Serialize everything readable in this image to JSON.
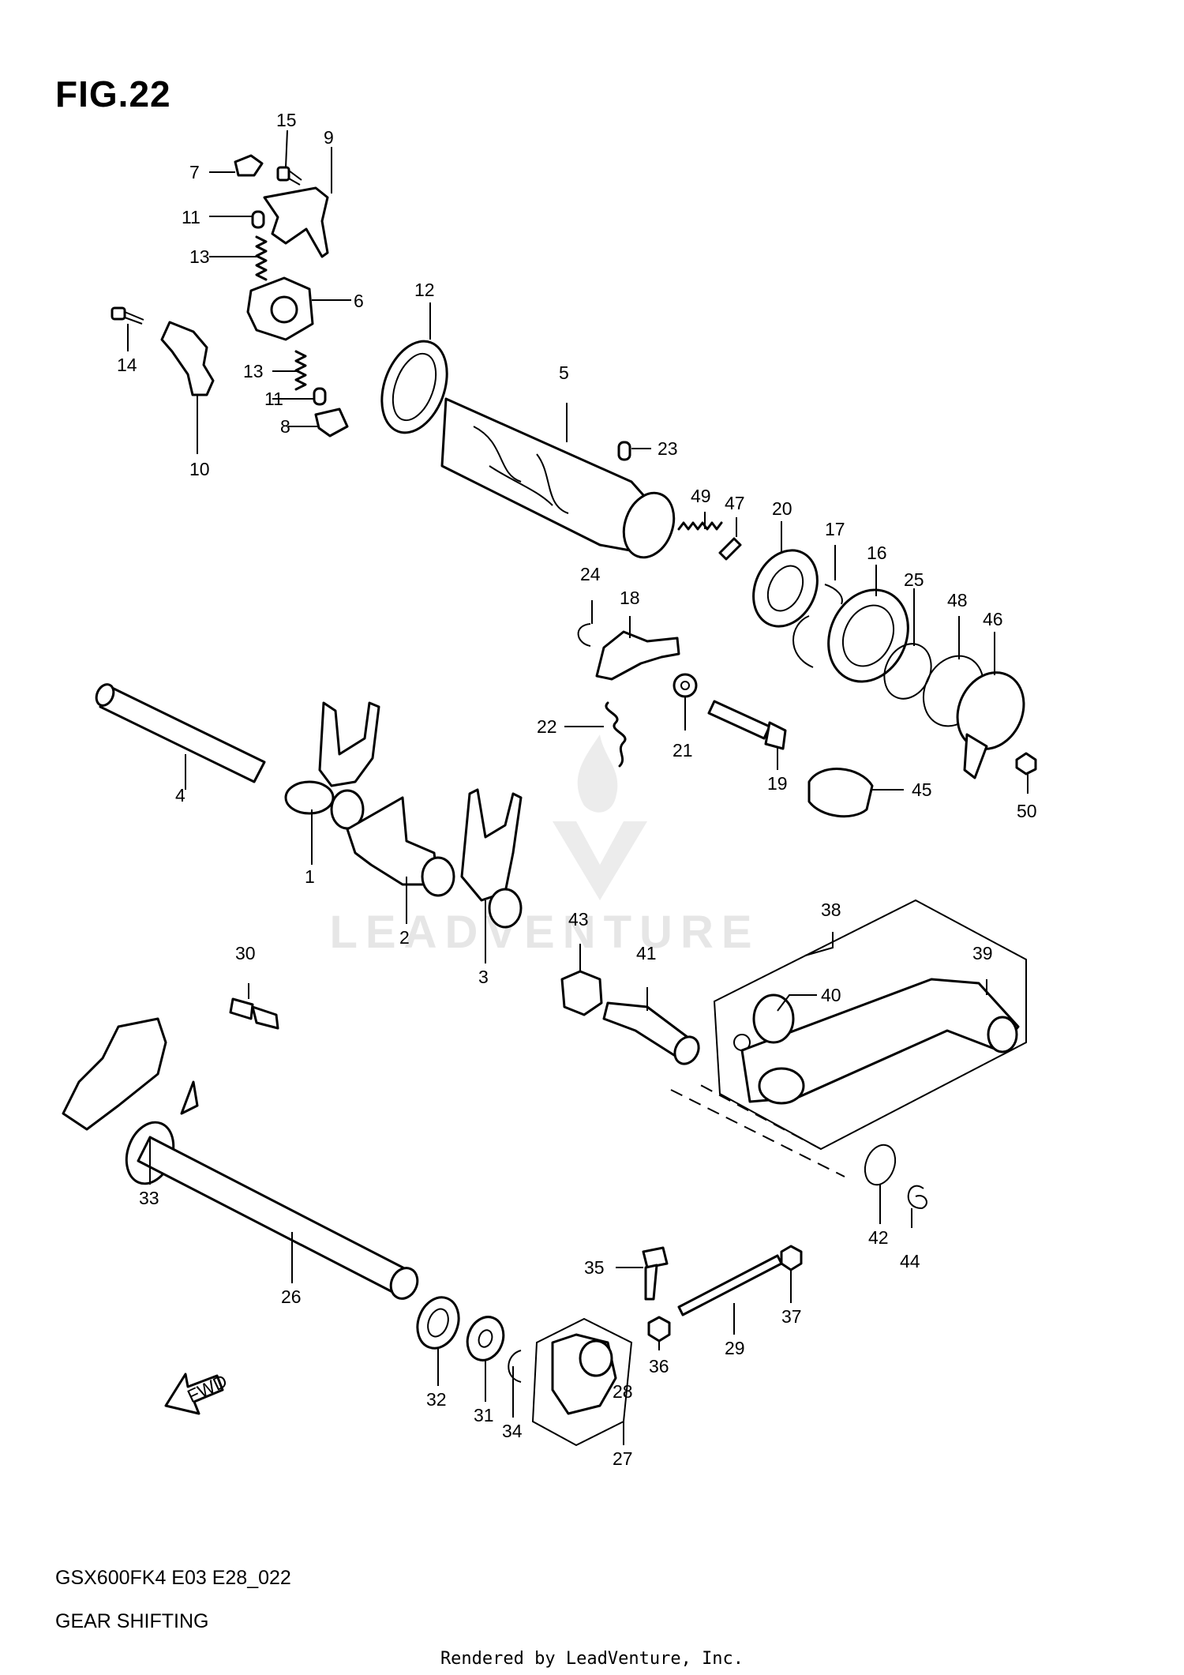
{
  "figure": {
    "title": "FIG.22",
    "model_code": "GSX600FK4 E03 E28_022",
    "caption": "GEAR SHIFTING",
    "footer": "Rendered by LeadVenture, Inc.",
    "watermark": "LEADVENTURE",
    "direction_label": "FWD"
  },
  "callouts": [
    {
      "id": "c1",
      "label": "1"
    },
    {
      "id": "c2",
      "label": "2"
    },
    {
      "id": "c3",
      "label": "3"
    },
    {
      "id": "c4",
      "label": "4"
    },
    {
      "id": "c5",
      "label": "5"
    },
    {
      "id": "c6",
      "label": "6"
    },
    {
      "id": "c7",
      "label": "7"
    },
    {
      "id": "c8",
      "label": "8"
    },
    {
      "id": "c9",
      "label": "9"
    },
    {
      "id": "c10",
      "label": "10"
    },
    {
      "id": "c11a",
      "label": "11"
    },
    {
      "id": "c11b",
      "label": "11"
    },
    {
      "id": "c12",
      "label": "12"
    },
    {
      "id": "c13a",
      "label": "13"
    },
    {
      "id": "c13b",
      "label": "13"
    },
    {
      "id": "c14",
      "label": "14"
    },
    {
      "id": "c15",
      "label": "15"
    },
    {
      "id": "c16",
      "label": "16"
    },
    {
      "id": "c17",
      "label": "17"
    },
    {
      "id": "c18",
      "label": "18"
    },
    {
      "id": "c19",
      "label": "19"
    },
    {
      "id": "c20",
      "label": "20"
    },
    {
      "id": "c21",
      "label": "21"
    },
    {
      "id": "c22",
      "label": "22"
    },
    {
      "id": "c23",
      "label": "23"
    },
    {
      "id": "c24",
      "label": "24"
    },
    {
      "id": "c25",
      "label": "25"
    },
    {
      "id": "c26",
      "label": "26"
    },
    {
      "id": "c27",
      "label": "27"
    },
    {
      "id": "c28",
      "label": "28"
    },
    {
      "id": "c29",
      "label": "29"
    },
    {
      "id": "c30",
      "label": "30"
    },
    {
      "id": "c31",
      "label": "31"
    },
    {
      "id": "c32",
      "label": "32"
    },
    {
      "id": "c33",
      "label": "33"
    },
    {
      "id": "c34",
      "label": "34"
    },
    {
      "id": "c35",
      "label": "35"
    },
    {
      "id": "c36",
      "label": "36"
    },
    {
      "id": "c37",
      "label": "37"
    },
    {
      "id": "c38",
      "label": "38"
    },
    {
      "id": "c39",
      "label": "39"
    },
    {
      "id": "c40",
      "label": "40"
    },
    {
      "id": "c41",
      "label": "41"
    },
    {
      "id": "c42",
      "label": "42"
    },
    {
      "id": "c43",
      "label": "43"
    },
    {
      "id": "c44",
      "label": "44"
    },
    {
      "id": "c45",
      "label": "45"
    },
    {
      "id": "c46",
      "label": "46"
    },
    {
      "id": "c47",
      "label": "47"
    },
    {
      "id": "c48",
      "label": "48"
    },
    {
      "id": "c49",
      "label": "49"
    },
    {
      "id": "c50",
      "label": "50"
    }
  ]
}
